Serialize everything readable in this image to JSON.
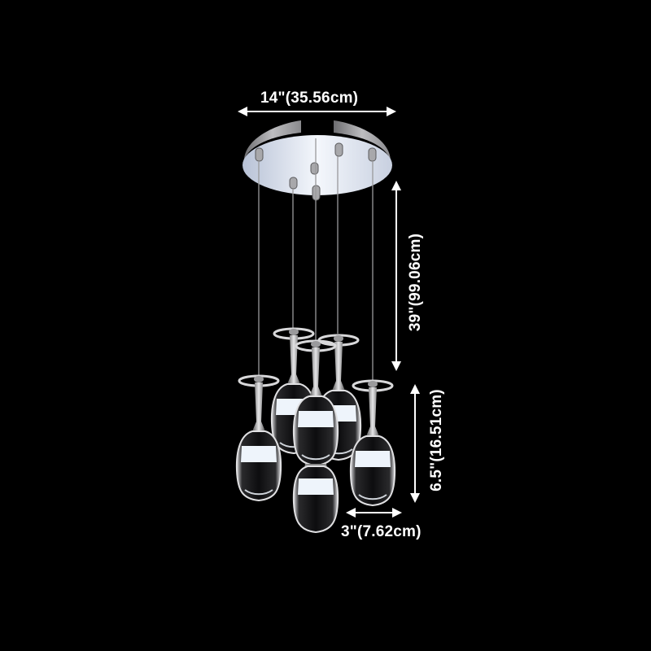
{
  "product": {
    "name": "Wine glass LED pendant light cluster",
    "pendant_count": 6,
    "canopy_shape": "round",
    "finish": "chrome"
  },
  "dimensions": {
    "canopy_width": "14\"(35.56cm)",
    "drop_length": "39\"(99.06cm)",
    "glass_height": "6.5\"(16.51cm)",
    "glass_width": "3\"(7.62cm)"
  },
  "colors": {
    "background": "#000000",
    "label": "#ffffff",
    "chrome": "#c8c8cc",
    "glow": "#eef4fb"
  }
}
